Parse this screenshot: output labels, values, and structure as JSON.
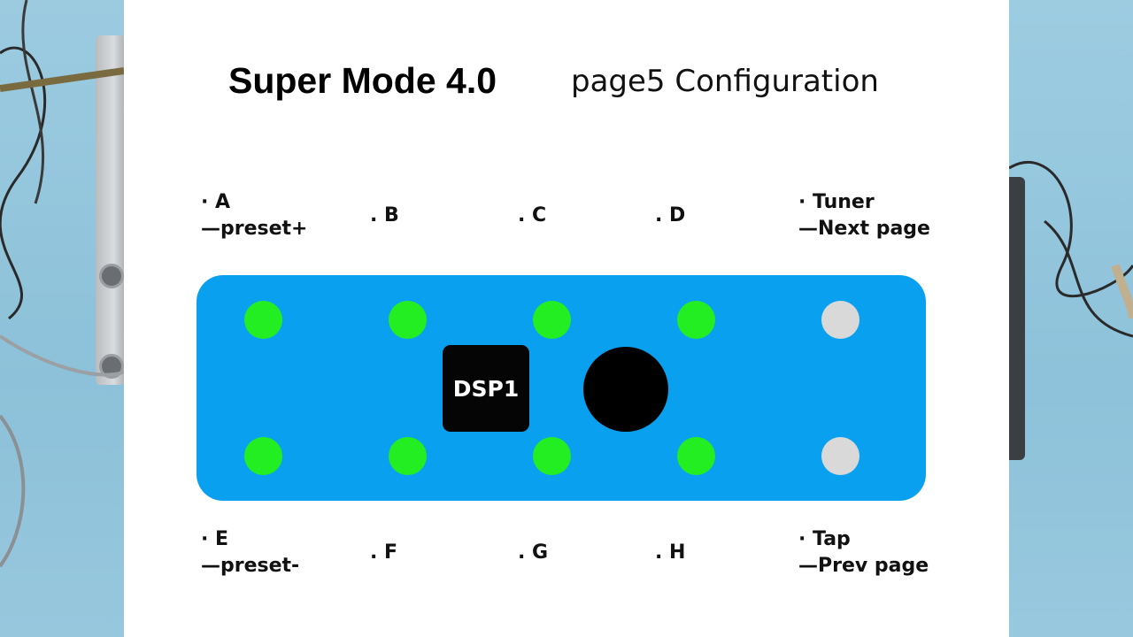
{
  "title": "Super Mode 4.0",
  "subtitle": "page5 Configuration",
  "top_labels": [
    {
      "line1": "· A",
      "line2": "—preset+"
    },
    {
      "line1": ". B",
      "line2": ""
    },
    {
      "line1": ". C",
      "line2": ""
    },
    {
      "line1": ". D",
      "line2": ""
    },
    {
      "line1": "· Tuner",
      "line2": "—Next page"
    }
  ],
  "bottom_labels": [
    {
      "line1": "· E",
      "line2": "—preset-"
    },
    {
      "line1": ". F",
      "line2": ""
    },
    {
      "line1": ". G",
      "line2": ""
    },
    {
      "line1": ". H",
      "line2": ""
    },
    {
      "line1": "· Tap",
      "line2": "—Prev page"
    }
  ],
  "board": {
    "color": "#0aa0f0",
    "display_label": "DSP1",
    "led_colors": {
      "active": "#22ee22",
      "inactive": "#d9d9d9"
    }
  }
}
